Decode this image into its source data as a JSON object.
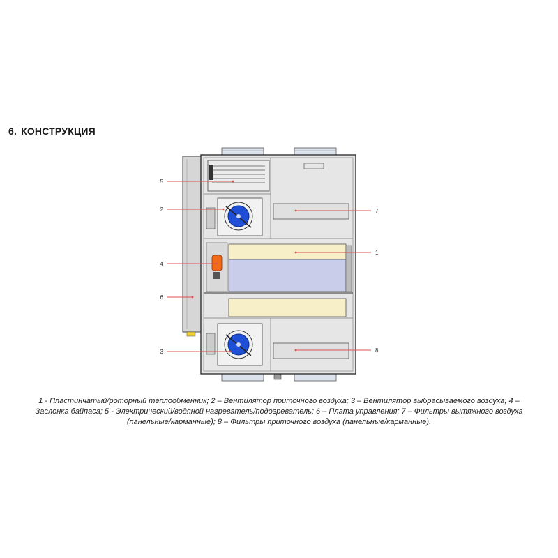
{
  "section": {
    "number": "6.",
    "title": "КОНСТРУКЦИЯ"
  },
  "callouts": [
    "5",
    "2",
    "4",
    "6",
    "3",
    "7",
    "1",
    "8"
  ],
  "caption": {
    "line1": "1 - Пластинчатый/роторный теплообменник; 2 – Вентилятор приточного воздуха; 3 – Вентилятор выбрасываемого воздуха; 4 –",
    "line2": "Заслонка байпаса; 5 - Электрический/водяной нагреватель/подогреватель; 6 – Плата управления; 7 – Фильтры вытяжного воздуха",
    "line3": "(панельные/карманные); 8 – Фильтры приточного воздуха (панельные/карманные)."
  },
  "colors": {
    "leader": "#d9534f",
    "cabinet": "#e6e6e6",
    "exchanger_top": "#f7efc8",
    "exchanger_mid": "#c9cdea",
    "fan_blue": "#1f4fd6",
    "damper_orange": "#f06a1a"
  }
}
